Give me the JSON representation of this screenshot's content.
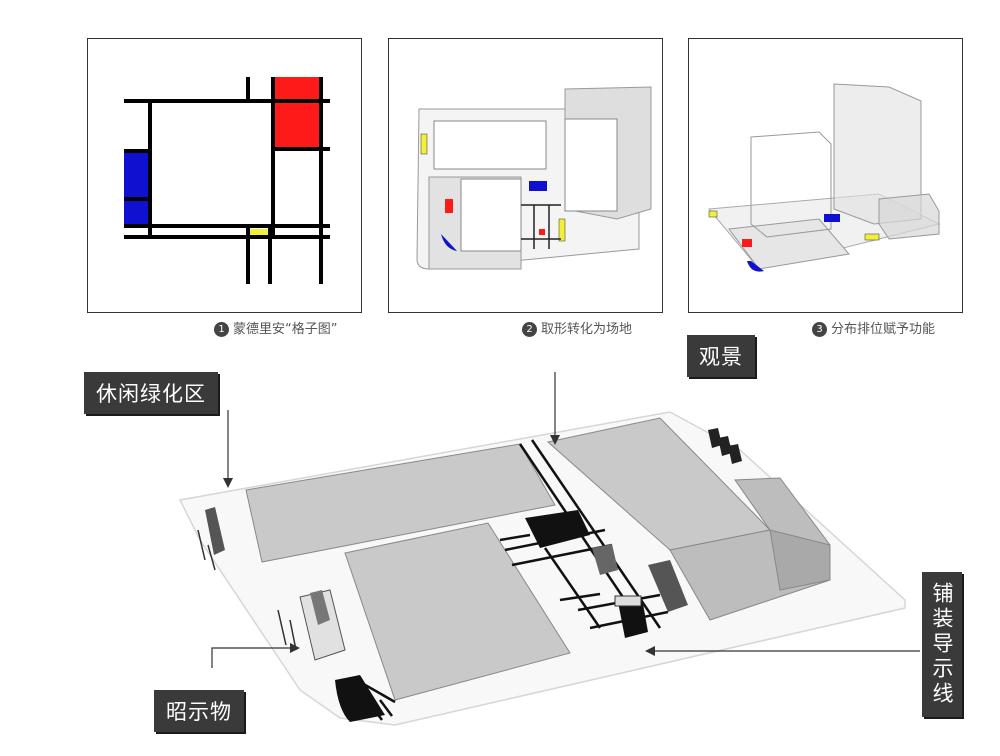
{
  "captions": [
    {
      "num": "1",
      "text": "蒙德里安“格子图”"
    },
    {
      "num": "2",
      "text": "取形转化为场地"
    },
    {
      "num": "3",
      "text": "分布排位赋予功能"
    }
  ],
  "labels": {
    "leisure_green": "休闲绿化区",
    "view": "观景",
    "signage": "昭示物",
    "paving_guide": "铺装导示线"
  },
  "colors": {
    "red": "#ff1a1a",
    "blue": "#1010d0",
    "yellow": "#f2ef3a",
    "block_gray": "#c9c9c9",
    "label_bg": "#3a3a3a"
  }
}
